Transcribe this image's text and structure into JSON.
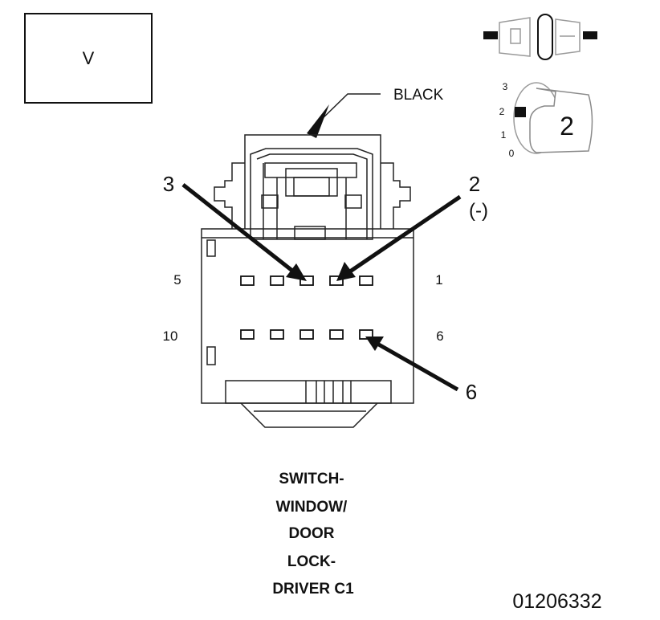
{
  "view_label": "V",
  "color_label": "BLACK",
  "position_indicator": {
    "marks": [
      "3",
      "2",
      "1",
      "0"
    ],
    "position": "2"
  },
  "pin_callouts": {
    "pin_3": "3",
    "pin_2": "2",
    "pin_2_note": "(-)",
    "pin_6": "6"
  },
  "row_labels": {
    "top_left": "5",
    "top_right": "1",
    "bottom_left": "10",
    "bottom_right": "6"
  },
  "caption_lines": [
    "SWITCH-",
    "WINDOW/",
    "DOOR",
    "LOCK-",
    "DRIVER C1"
  ],
  "figure_number": "01206332"
}
